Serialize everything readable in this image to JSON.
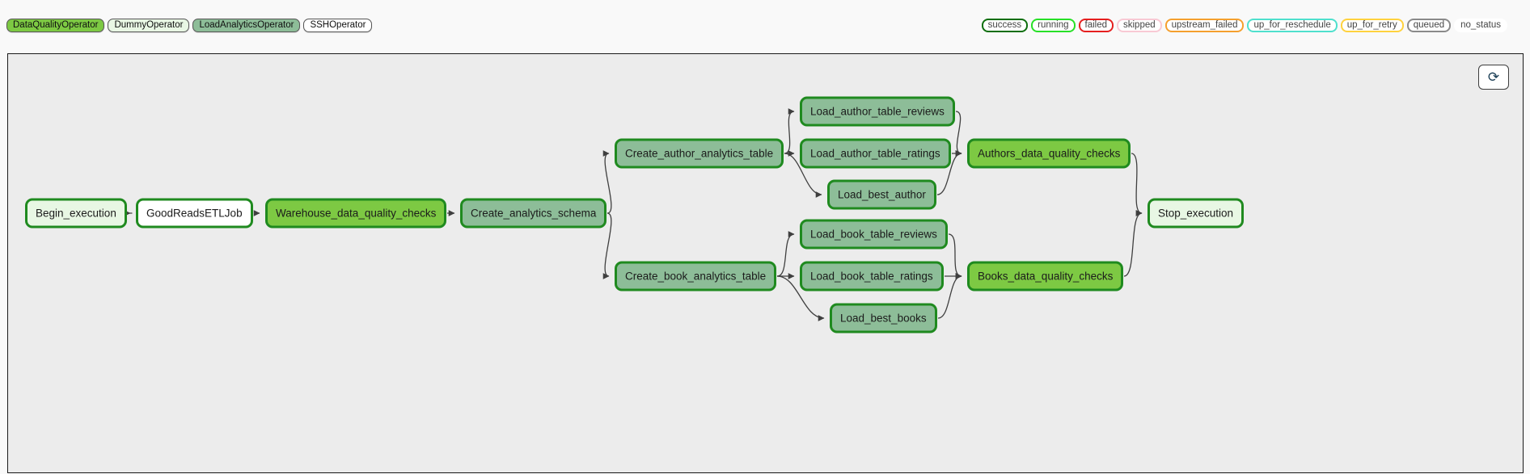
{
  "legend": {
    "operators": [
      {
        "label": "DataQualityOperator",
        "fill": "#7dc943"
      },
      {
        "label": "DummyOperator",
        "fill": "#e8f7e4"
      },
      {
        "label": "LoadAnalyticsOperator",
        "fill": "#8dbd98"
      },
      {
        "label": "SSHOperator",
        "fill": "#ffffff"
      }
    ],
    "states": [
      {
        "label": "success",
        "color": "#0d6e0d"
      },
      {
        "label": "running",
        "color": "#27e027"
      },
      {
        "label": "failed",
        "color": "#e51f1f"
      },
      {
        "label": "skipped",
        "color": "#f8c9d4"
      },
      {
        "label": "upstream_failed",
        "color": "#f5a02e"
      },
      {
        "label": "up_for_reschedule",
        "color": "#4fe0cd"
      },
      {
        "label": "up_for_retry",
        "color": "#ffd23e"
      },
      {
        "label": "queued",
        "color": "#8a8a8a"
      },
      {
        "label": "no_status",
        "color": "#ffffff"
      }
    ]
  },
  "graph": {
    "nodes": [
      {
        "id": "begin_execution",
        "label": "Begin_execution",
        "operator": "DummyOperator",
        "state": "success"
      },
      {
        "id": "goodreads_etl_job",
        "label": "GoodReadsETLJob",
        "operator": "SSHOperator",
        "state": "success"
      },
      {
        "id": "warehouse_data_quality_checks",
        "label": "Warehouse_data_quality_checks",
        "operator": "DataQualityOperator",
        "state": "success"
      },
      {
        "id": "create_analytics_schema",
        "label": "Create_analytics_schema",
        "operator": "LoadAnalyticsOperator",
        "state": "success"
      },
      {
        "id": "create_author_analytics_table",
        "label": "Create_author_analytics_table",
        "operator": "LoadAnalyticsOperator",
        "state": "success"
      },
      {
        "id": "load_author_table_reviews",
        "label": "Load_author_table_reviews",
        "operator": "LoadAnalyticsOperator",
        "state": "success"
      },
      {
        "id": "load_author_table_ratings",
        "label": "Load_author_table_ratings",
        "operator": "LoadAnalyticsOperator",
        "state": "success"
      },
      {
        "id": "load_best_author",
        "label": "Load_best_author",
        "operator": "LoadAnalyticsOperator",
        "state": "success"
      },
      {
        "id": "authors_data_quality_checks",
        "label": "Authors_data_quality_checks",
        "operator": "DataQualityOperator",
        "state": "success"
      },
      {
        "id": "create_book_analytics_table",
        "label": "Create_book_analytics_table",
        "operator": "LoadAnalyticsOperator",
        "state": "success"
      },
      {
        "id": "load_book_table_reviews",
        "label": "Load_book_table_reviews",
        "operator": "LoadAnalyticsOperator",
        "state": "success"
      },
      {
        "id": "load_book_table_ratings",
        "label": "Load_book_table_ratings",
        "operator": "LoadAnalyticsOperator",
        "state": "success"
      },
      {
        "id": "load_best_books",
        "label": "Load_best_books",
        "operator": "LoadAnalyticsOperator",
        "state": "success"
      },
      {
        "id": "books_data_quality_checks",
        "label": "Books_data_quality_checks",
        "operator": "DataQualityOperator",
        "state": "success"
      },
      {
        "id": "stop_execution",
        "label": "Stop_execution",
        "operator": "DummyOperator",
        "state": "success"
      }
    ],
    "edges": [
      [
        "begin_execution",
        "goodreads_etl_job"
      ],
      [
        "goodreads_etl_job",
        "warehouse_data_quality_checks"
      ],
      [
        "warehouse_data_quality_checks",
        "create_analytics_schema"
      ],
      [
        "create_analytics_schema",
        "create_author_analytics_table"
      ],
      [
        "create_analytics_schema",
        "create_book_analytics_table"
      ],
      [
        "create_author_analytics_table",
        "load_author_table_reviews"
      ],
      [
        "create_author_analytics_table",
        "load_author_table_ratings"
      ],
      [
        "create_author_analytics_table",
        "load_best_author"
      ],
      [
        "load_author_table_reviews",
        "authors_data_quality_checks"
      ],
      [
        "load_author_table_ratings",
        "authors_data_quality_checks"
      ],
      [
        "load_best_author",
        "authors_data_quality_checks"
      ],
      [
        "create_book_analytics_table",
        "load_book_table_reviews"
      ],
      [
        "create_book_analytics_table",
        "load_book_table_ratings"
      ],
      [
        "create_book_analytics_table",
        "load_best_books"
      ],
      [
        "load_book_table_reviews",
        "books_data_quality_checks"
      ],
      [
        "load_book_table_ratings",
        "books_data_quality_checks"
      ],
      [
        "load_best_books",
        "books_data_quality_checks"
      ],
      [
        "authors_data_quality_checks",
        "stop_execution"
      ],
      [
        "books_data_quality_checks",
        "stop_execution"
      ]
    ]
  },
  "toolbar": {
    "refresh_icon": "⟳"
  },
  "colors": {
    "state_border_success": "#1f8a1f",
    "edge": "#3f3f3f",
    "panel_background": "#ececec",
    "page_background": "#f9f9f9"
  }
}
